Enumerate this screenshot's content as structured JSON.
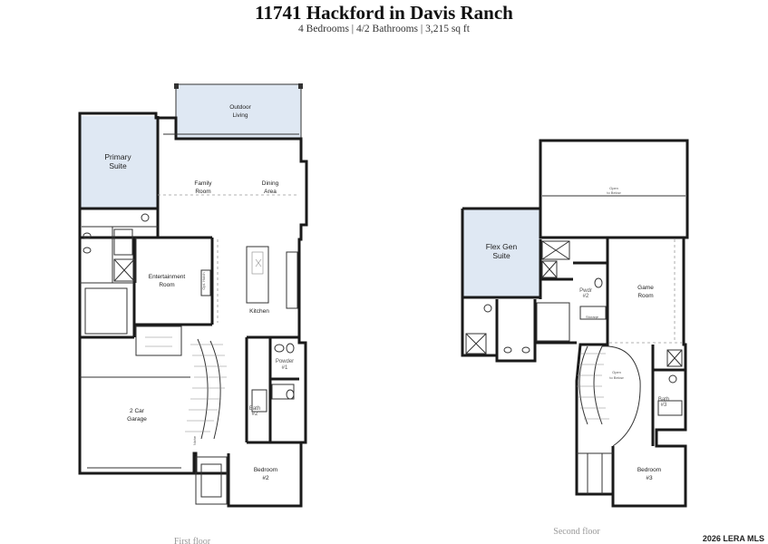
{
  "header": {
    "title": "11741 Hackford in Davis Ranch",
    "subtitle": "4 Bedrooms | 4/2 Bathrooms | 3,215 sq ft"
  },
  "first_floor": {
    "label": "First floor",
    "rooms": {
      "outdoor_living": [
        "Outdoor",
        "Living"
      ],
      "primary_suite": [
        "Primary",
        "Suite"
      ],
      "family_room": [
        "Family",
        "Room"
      ],
      "dining_area": [
        "Dining",
        "Area"
      ],
      "entertainment_room": [
        "Entertainment",
        "Room"
      ],
      "kitchen": "Kitchen",
      "powder": [
        "Powder",
        "#1"
      ],
      "bath2": [
        "Bath",
        "#2"
      ],
      "garage": [
        "2 Car",
        "Garage"
      ],
      "bedroom2": [
        "Bedroom",
        "#2"
      ],
      "niche": "Niche",
      "opt_hutch": "Opt. Hutch"
    }
  },
  "second_floor": {
    "label": "Second floor",
    "rooms": {
      "open_below_top": [
        "Open",
        "to Below"
      ],
      "flex_gen_suite": [
        "Flex Gen",
        "Suite"
      ],
      "pwdr2": [
        "Pwdr",
        "#2"
      ],
      "storage": "Storage",
      "game_room": [
        "Game",
        "Room"
      ],
      "open_below_stairs": [
        "Open",
        "to Below"
      ],
      "bath3": [
        "Bath",
        "#3"
      ],
      "bedroom3": [
        "Bedroom",
        "#3"
      ]
    }
  },
  "watermark": "2026 LERA MLS"
}
